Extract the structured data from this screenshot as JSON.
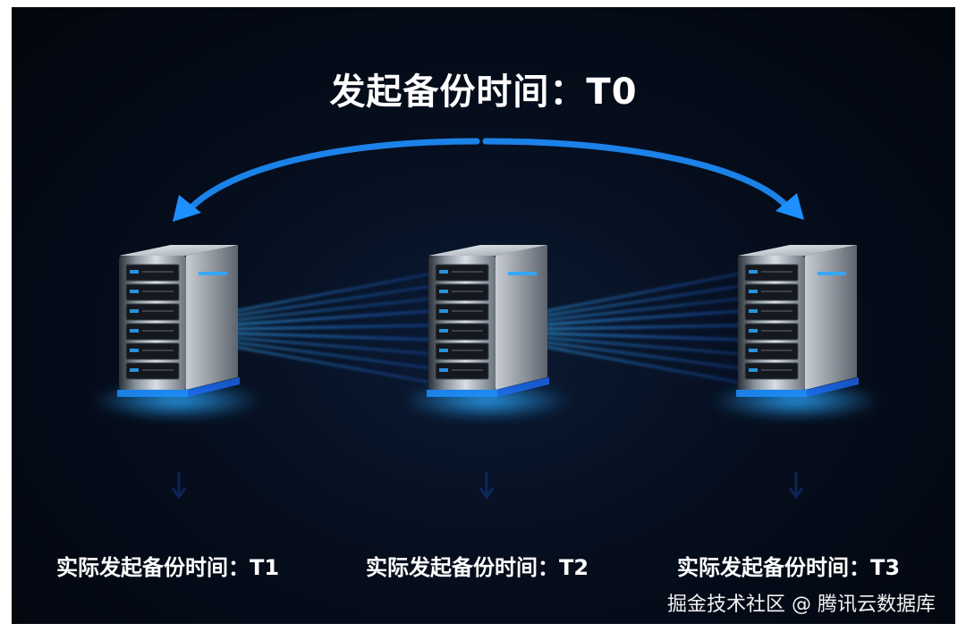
{
  "title": "发起备份时间：T0",
  "nodes": [
    {
      "label": "实际发起备份时间：T1"
    },
    {
      "label": "实际发起备份时间：T2"
    },
    {
      "label": "实际发起备份时间：T3"
    }
  ],
  "watermark": "掘金技术社区 @ 腾讯云数据库",
  "colors": {
    "background": "#050c1a",
    "accent": "#1e8fff",
    "glow": "#2aa8ff"
  }
}
